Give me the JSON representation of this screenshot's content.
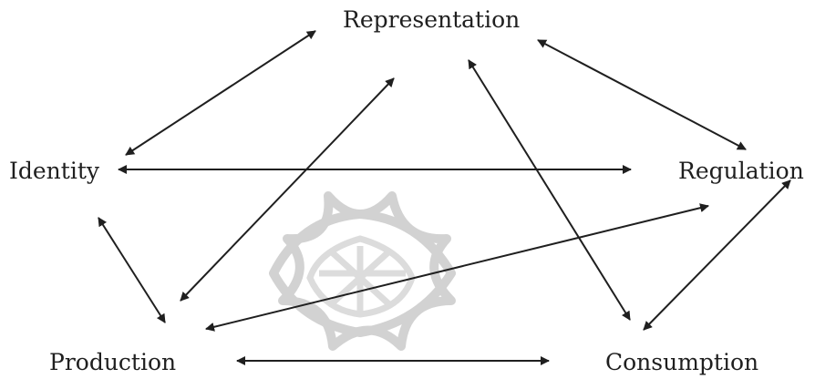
{
  "diagram": {
    "nodes": {
      "representation": "Representation",
      "identity": "Identity",
      "regulation": "Regulation",
      "production": "Production",
      "consumption": "Consumption"
    },
    "edges": [
      {
        "from": "Identity",
        "to": "Representation",
        "direction": "both"
      },
      {
        "from": "Representation",
        "to": "Regulation",
        "direction": "both"
      },
      {
        "from": "Identity",
        "to": "Regulation",
        "direction": "both"
      },
      {
        "from": "Identity",
        "to": "Production",
        "direction": "both"
      },
      {
        "from": "Production",
        "to": "Representation",
        "direction": "both"
      },
      {
        "from": "Representation",
        "to": "Consumption",
        "direction": "both"
      },
      {
        "from": "Production",
        "to": "Regulation",
        "direction": "both"
      },
      {
        "from": "Regulation",
        "to": "Consumption",
        "direction": "both"
      },
      {
        "from": "Production",
        "to": "Consumption",
        "direction": "both"
      }
    ],
    "colors": {
      "ink": "#1f1f1f",
      "watermark": "#d2d2d2"
    },
    "watermark_icon": "lotus-mandala-watermark"
  }
}
